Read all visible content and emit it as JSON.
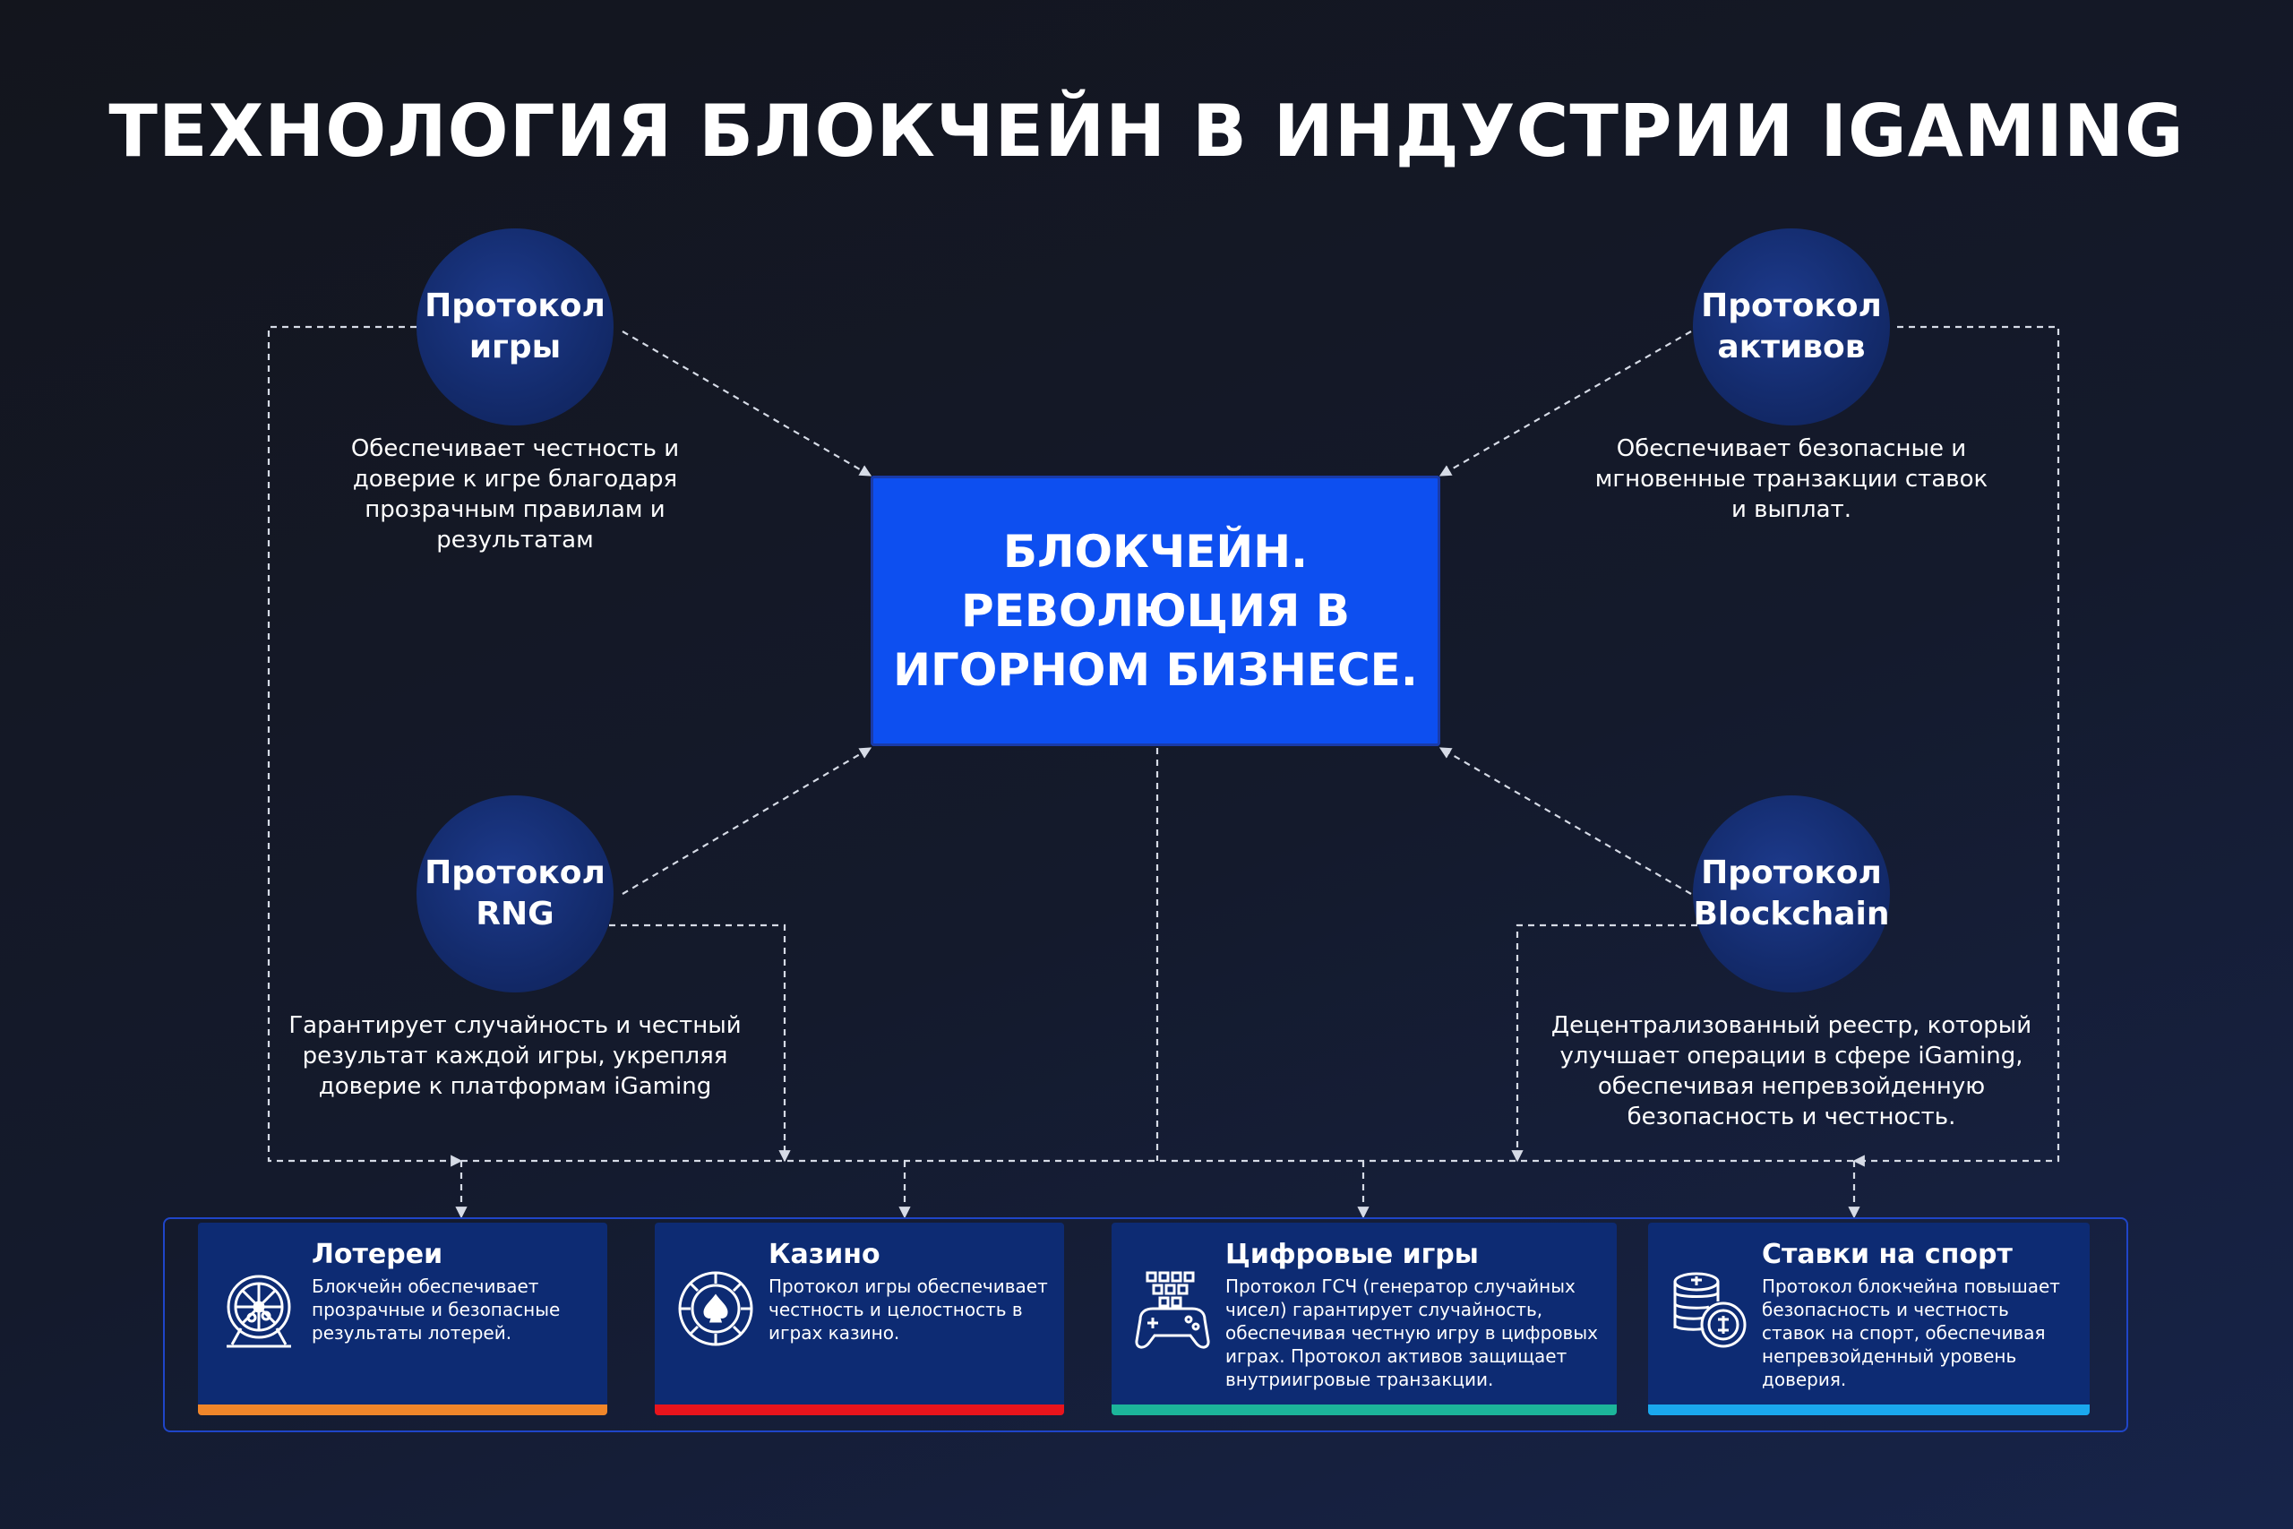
{
  "title": "ТЕХНОЛОГИЯ БЛОКЧЕЙН В ИНДУСТРИИ IGAMING",
  "center": "БЛОКЧЕЙН.\nРЕВОЛЮЦИЯ В\nИГОРНОМ БИЗНЕСЕ.",
  "protocols": [
    {
      "title": "Протокол\nигры",
      "description": "Обеспечивает честность и доверие к игре благодаря прозрачным правилам и результатам"
    },
    {
      "title": "Протокол\nактивов",
      "description": "Обеспечивает безопасные и мгновенные транзакции ставок и выплат."
    },
    {
      "title": "Протокол\nRNG",
      "description": "Гарантирует случайность и честный результат каждой игры, укрепляя доверие к платформам iGaming"
    },
    {
      "title": "Протокол\nBlockchain",
      "description": "Децентрализованный реестр, который улучшает операции в сфере iGaming, обеспечивая непревзойденную безопасность и честность."
    }
  ],
  "cards": [
    {
      "title": "Лотереи",
      "text": "Блокчейн обеспечивает прозрачные и безопасные результаты лотерей.",
      "icon": "lottery-wheel-icon",
      "accent": "#f0862a"
    },
    {
      "title": "Казино",
      "text": "Протокол игры обеспечивает честность и целостность в играх казино.",
      "icon": "casino-chip-icon",
      "accent": "#e8141c"
    },
    {
      "title": "Цифровые игры",
      "text": "Протокол ГСЧ (генератор случайных чисел) гарантирует случайность, обеспечивая честную игру в цифровых играх. Протокол активов защищает внутриигровые транзакции.",
      "icon": "gamepad-icon",
      "accent": "#1cb59a"
    },
    {
      "title": "Ставки на спорт",
      "text": "Протокол блокчейна повышает безопасность и честность ставок на спорт, обеспечивая непревзойденный уровень доверия.",
      "icon": "coin-stack-icon",
      "accent": "#1aa8ee"
    }
  ],
  "colors": {
    "center_box": "#0d4ff0",
    "circle": "#142c6e",
    "card": "#0d2b73",
    "panel_border": "#1f45c8",
    "connector": "#d6dbe6"
  }
}
